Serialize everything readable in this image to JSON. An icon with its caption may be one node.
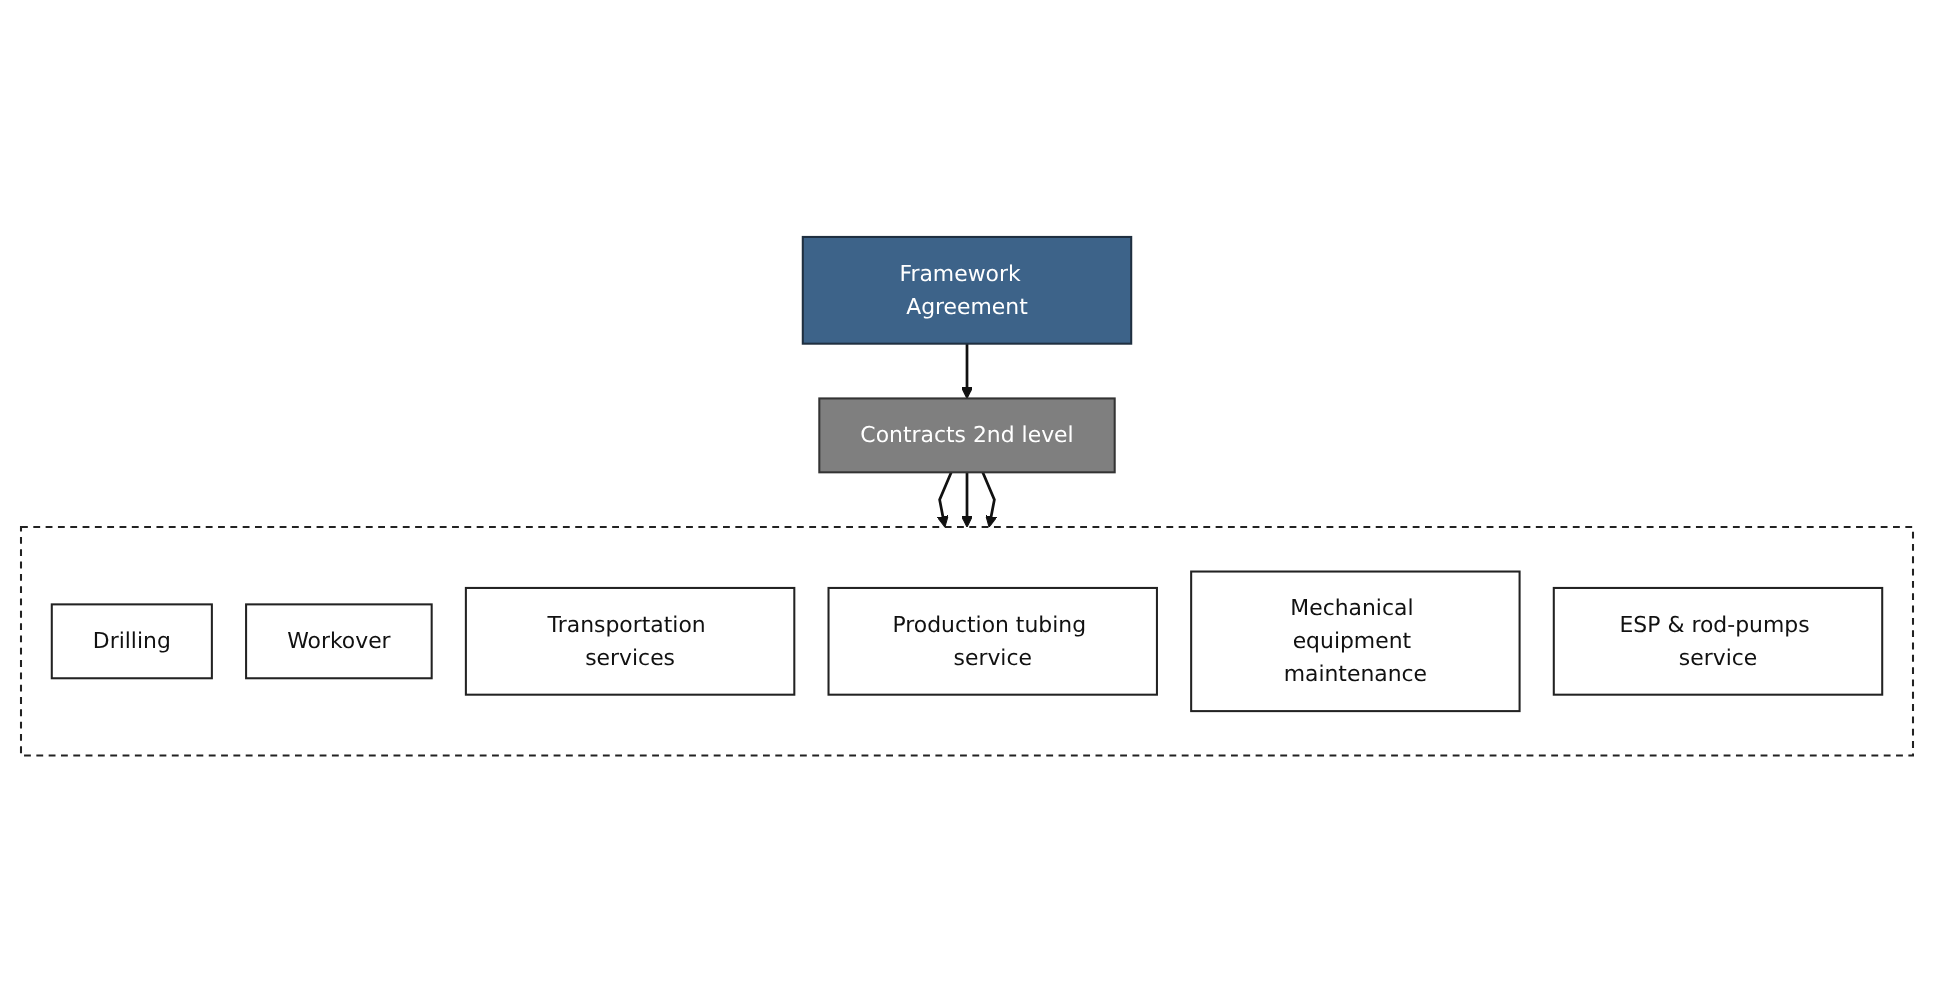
{
  "diagram": {
    "nodes": [
      {
        "text": [
          "Framework  Agreement"
        ]
      },
      {
        "text": [
          "Contracts 2nd level"
        ]
      },
      {
        "text": [],
        "shape": "box"
      },
      {
        "text": [
          "Drilling"
        ],
        "in": 2
      },
      {
        "text": [
          "Workover"
        ],
        "in": 2
      },
      {
        "text": [
          "Transportation services"
        ],
        "in": 2
      },
      {
        "text": [
          "Production tubing service"
        ],
        "in": 2
      },
      {
        "text": [
          "Mechanical equipment maintenance"
        ],
        "in": 2
      },
      {
        "text": [
          "ESP & rod-pumps service"
        ],
        "in": 2
      }
    ],
    "edges": [
      {
        "from": 0,
        "to": 1,
        "arrow": "to"
      },
      {
        "from": 1,
        "to": 2,
        "arrow": "to"
      },
      {
        "from": 1,
        "to": 2,
        "arrow": "to"
      },
      {
        "from": 1,
        "to": 2,
        "arrow": "to"
      }
    ]
  }
}
